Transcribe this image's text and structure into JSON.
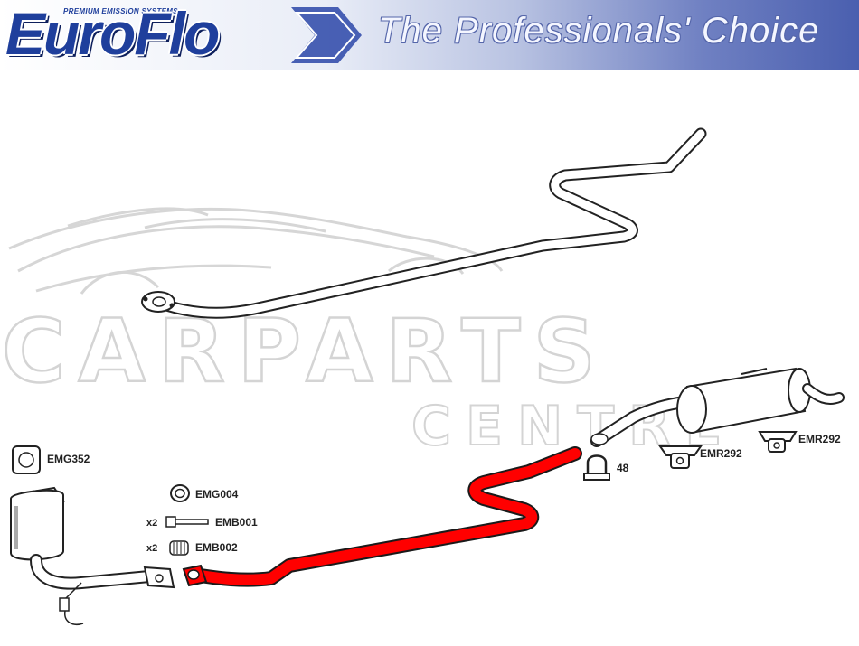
{
  "header": {
    "logo_text": "EuroFlo",
    "logo_subtitle": "PREMIUM EMISSION SYSTEMS",
    "tagline": "The Professionals' Choice"
  },
  "watermark": {
    "line1": "CARPARTS",
    "line2": "CENTRE"
  },
  "parts": {
    "emg352": "EMG352",
    "emg004": "EMG004",
    "emb001": "EMB001",
    "emb001_qty": "x2",
    "emb002": "EMB002",
    "emb002_qty": "x2",
    "clamp": "48",
    "emr292_a": "EMR292",
    "emr292_b": "EMR292"
  },
  "colors": {
    "highlight_pipe": "#ff0000",
    "logo_blue": "#1f3f9c"
  }
}
